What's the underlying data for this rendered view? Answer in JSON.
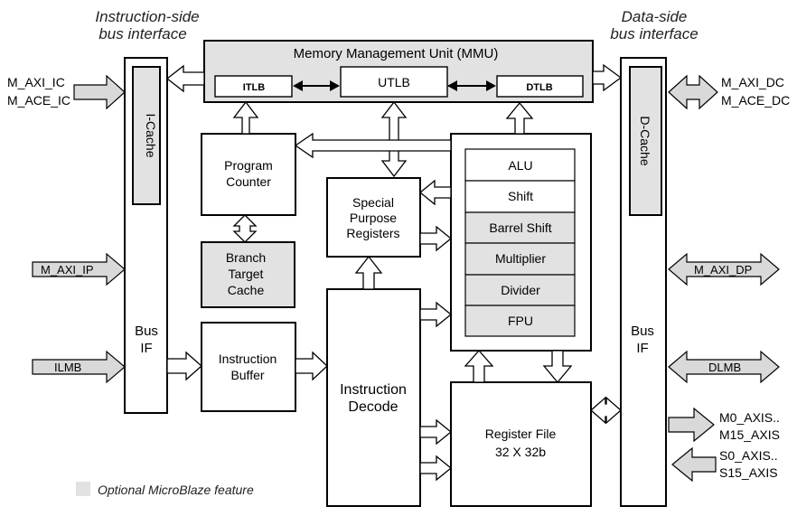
{
  "titles": {
    "instr_line1": "Instruction-side",
    "instr_line2": "bus interface",
    "data_line1": "Data-side",
    "data_line2": "bus interface"
  },
  "mmu": {
    "title": "Memory Management Unit (MMU)",
    "itlb": "ITLB",
    "utlb": "UTLB",
    "dtlb": "DTLB"
  },
  "icache": "I-Cache",
  "dcache": "D-Cache",
  "left_bus": {
    "line1": "Bus",
    "line2": "IF"
  },
  "right_bus": {
    "line1": "Bus",
    "line2": "IF"
  },
  "program_counter": {
    "line1": "Program",
    "line2": "Counter"
  },
  "branch_target_cache": {
    "line1": "Branch",
    "line2": "Target",
    "line3": "Cache"
  },
  "instruction_buffer": {
    "line1": "Instruction",
    "line2": "Buffer"
  },
  "special_purpose_registers": {
    "line1": "Special",
    "line2": "Purpose",
    "line3": "Registers"
  },
  "instruction_decode": {
    "line1": "Instruction",
    "line2": "Decode"
  },
  "register_file": {
    "line1": "Register File",
    "line2": "32 X 32b"
  },
  "execution_units": [
    "ALU",
    "Shift",
    "Barrel Shift",
    "Multiplier",
    "Divider",
    "FPU"
  ],
  "left_signals": {
    "ic": "M_AXI_IC",
    "ace_ic": "M_ACE_IC",
    "ip": "M_AXI_IP",
    "ilmb": "ILMB"
  },
  "right_signals": {
    "dc": "M_AXI_DC",
    "ace_dc": "M_ACE_DC",
    "dp": "M_AXI_DP",
    "dlmb": "DLMB",
    "m_axis_1": "M0_AXIS..",
    "m_axis_2": "M15_AXIS",
    "s_axis_1": "S0_AXIS..",
    "s_axis_2": "S15_AXIS"
  },
  "legend": {
    "label": "Optional MicroBlaze feature"
  },
  "colors": {
    "optional_fill": "#e2e2e2",
    "line": "#000000",
    "background": "#ffffff"
  }
}
